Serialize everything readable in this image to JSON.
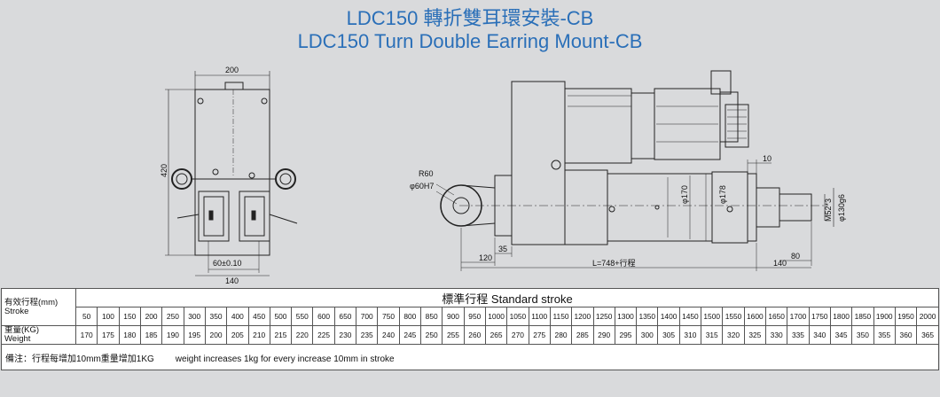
{
  "title_cn": "LDC150 轉折雙耳環安裝-CB",
  "title_en": "LDC150 Turn Double Earring Mount-CB",
  "front_view": {
    "dim_width": "200",
    "dim_height": "420",
    "dim_tolerance": "60±0.10",
    "dim_base": "140"
  },
  "side_view": {
    "radius": "R60",
    "bore": "φ60H7",
    "dia_170": "φ170",
    "dia_178": "φ178",
    "thread": "M52*3",
    "shaft": "φ130g6",
    "dim_10": "10",
    "dim_35": "35",
    "dim_120": "120",
    "dim_length": "L=748+行程",
    "dim_80": "80",
    "dim_140": "140"
  },
  "table": {
    "header": "標準行程   Standard stroke",
    "stroke_label_cn": "有效行程(mm)",
    "stroke_label_en": "Stroke",
    "weight_label_cn": "重量(KG)",
    "weight_label_en": "Weight",
    "strokes": [
      "50",
      "100",
      "150",
      "200",
      "250",
      "300",
      "350",
      "400",
      "450",
      "500",
      "550",
      "600",
      "650",
      "700",
      "750",
      "800",
      "850",
      "900",
      "950",
      "1000",
      "1050",
      "1100",
      "1150",
      "1200",
      "1250",
      "1300",
      "1350",
      "1400",
      "1450",
      "1500",
      "1550",
      "1600",
      "1650",
      "1700",
      "1750",
      "1800",
      "1850",
      "1900",
      "1950",
      "2000"
    ],
    "weights": [
      "170",
      "175",
      "180",
      "185",
      "190",
      "195",
      "200",
      "205",
      "210",
      "215",
      "220",
      "225",
      "230",
      "235",
      "240",
      "245",
      "250",
      "255",
      "260",
      "265",
      "270",
      "275",
      "280",
      "285",
      "290",
      "295",
      "300",
      "305",
      "310",
      "315",
      "320",
      "325",
      "330",
      "335",
      "340",
      "345",
      "350",
      "355",
      "360",
      "365"
    ],
    "note_cn": "備注：行程每增加10mm重量增加1KG",
    "note_en": "weight increases 1kg for every increase 10mm in stroke"
  }
}
